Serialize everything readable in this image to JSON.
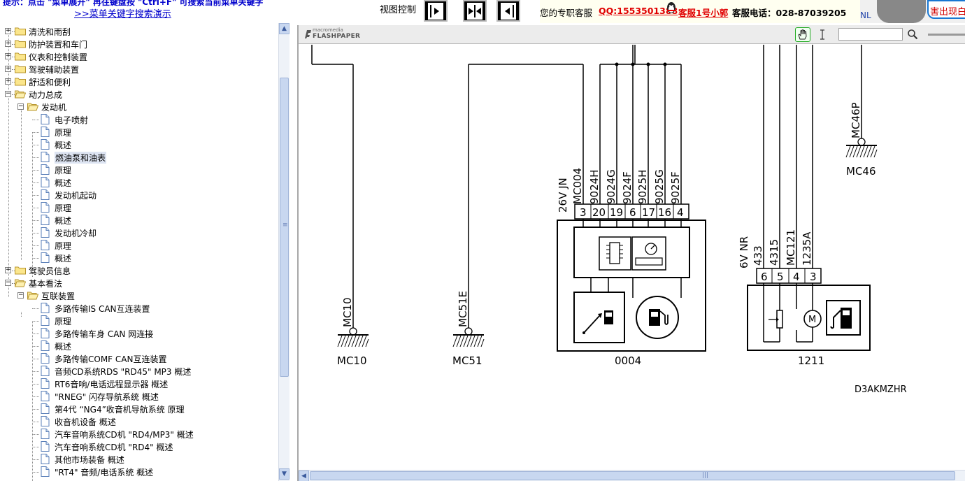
{
  "header": {
    "tip_text": "提示：点击 \"菜单展开\" 再往键盘按 \"Ctrl+F\" 可搜索当前菜单关键字",
    "demo_link": ">>菜单关键字搜索演示",
    "view_control_label": "视图控制",
    "service_label": "您的专职客服",
    "qq_link": "QQ:1553501388",
    "agent_link": "客服1号小郭",
    "phone_text": "客服电话：028-87039205",
    "nl_text": "NL",
    "logout_text": "害出现白"
  },
  "tree": {
    "items": [
      {
        "label": "清洗和雨刮"
      },
      {
        "label": "防护装置和车门"
      },
      {
        "label": "仪表和控制装置"
      },
      {
        "label": "驾驶辅助装置"
      },
      {
        "label": "舒适和便利"
      },
      {
        "label": "动力总成"
      },
      {
        "label": "发动机"
      },
      {
        "label": "电子喷射"
      },
      {
        "label": "原理"
      },
      {
        "label": "概述"
      },
      {
        "label": "燃油泵和油表"
      },
      {
        "label": "原理"
      },
      {
        "label": "概述"
      },
      {
        "label": "发动机起动"
      },
      {
        "label": "原理"
      },
      {
        "label": "概述"
      },
      {
        "label": "发动机冷却"
      },
      {
        "label": "原理"
      },
      {
        "label": "概述"
      },
      {
        "label": "驾驶员信息"
      },
      {
        "label": "基本看法"
      },
      {
        "label": "互联装置"
      },
      {
        "label": "多路传输IS CAN互连装置"
      },
      {
        "label": "原理"
      },
      {
        "label": "多路传输车身  CAN 网连接"
      },
      {
        "label": "概述"
      },
      {
        "label": "多路传输COMF CAN互连装置"
      },
      {
        "label": "音频CD系统RDS \"RD45\" MP3 概述"
      },
      {
        "label": "RT6音响/电话远程显示器  概述"
      },
      {
        "label": "\"RNEG\" 闪存导航系统  概述"
      },
      {
        "label": "第4代 “NG4”收音机导航系统  原理"
      },
      {
        "label": "收音机设备  概述"
      },
      {
        "label": "汽车音响系统CD机  \"RD4/MP3\" 概述"
      },
      {
        "label": "汽车音响系统CD机  \"RD4\" 概述"
      },
      {
        "label": "其他市场装备  概述"
      },
      {
        "label": "\"RT4\" 音频/电话系统  概述"
      }
    ]
  },
  "viewer": {
    "logo_top": "macromedia",
    "logo_bottom": "FLASHPAPER",
    "find_placeholder": ""
  },
  "diagram": {
    "grounds": [
      {
        "wire": "MC10",
        "label": "MC10"
      },
      {
        "wire": "MC51E",
        "label": "MC51"
      },
      {
        "wire": "MC46P",
        "label": "MC46"
      }
    ],
    "component_0004": {
      "connector": "26V JN",
      "wires": [
        "MC004",
        "9024H",
        "9024G",
        "9024F",
        "9025H",
        "9025G",
        "9025F"
      ],
      "pins": [
        "3",
        "20",
        "19",
        "6",
        "17",
        "16",
        "4"
      ],
      "label": "0004"
    },
    "component_1211": {
      "connector": "6V NR",
      "wires": [
        "433",
        "4315",
        "MC121",
        "1235A"
      ],
      "pins": [
        "6",
        "5",
        "4",
        "3"
      ],
      "label": "1211"
    },
    "reference": "D3AKMZHR"
  }
}
